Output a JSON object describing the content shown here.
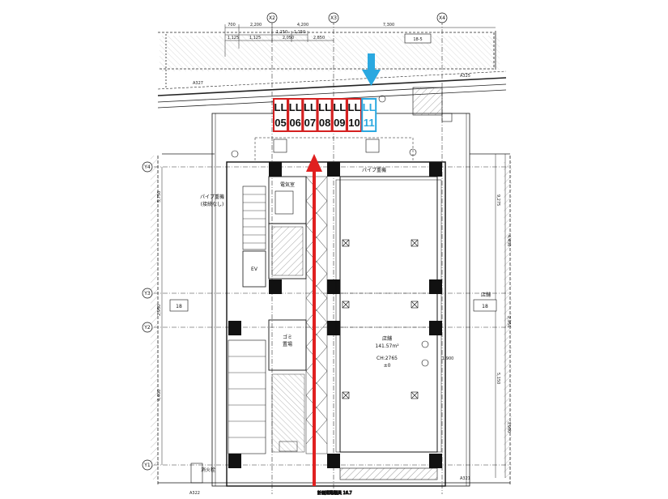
{
  "grid_labels": {
    "x2": "X2",
    "x3": "X3",
    "x4": "X4",
    "y4": "Y4",
    "y3": "Y3",
    "y2": "Y2",
    "y1": "Y1"
  },
  "dimensions": {
    "top_row_1": [
      "700",
      "2,200",
      "4,200",
      "7,300"
    ],
    "top_row_2": [
      "1,150",
      "1,150"
    ],
    "top_row_3": [
      "1,125",
      "1,125",
      "2,050",
      "2,850"
    ],
    "right_side": [
      "9,275",
      "4,450",
      "2,950",
      "5,150",
      "3,900"
    ],
    "left_side": [
      "5,750",
      "2,950",
      "4,400"
    ],
    "survey_points": [
      "A327",
      "A325",
      "A322",
      "A321"
    ],
    "bottom_label": "計画道路幅員 16.7"
  },
  "poles": [
    {
      "line1": "LL",
      "line2": "05",
      "color": "#d42020"
    },
    {
      "line1": "LL",
      "line2": "06",
      "color": "#d42020"
    },
    {
      "line1": "LL",
      "line2": "07",
      "color": "#d42020"
    },
    {
      "line1": "LL",
      "line2": "08",
      "color": "#d42020"
    },
    {
      "line1": "LL",
      "line2": "09",
      "color": "#d42020"
    },
    {
      "line1": "LL",
      "line2": "10",
      "color": "#d42020"
    },
    {
      "line1": "LL",
      "line2": "11",
      "color": "#2aa8e0"
    }
  ],
  "rooms": {
    "pipe_top": "パイプ重機",
    "pipe_left": "パイプ重機",
    "pipe_left_sub": "(接続なし)",
    "electric": "電気室",
    "garbage": "ゴミ",
    "garbage_sub": "置場",
    "ev": "EV",
    "shop": "店舗",
    "shop_area": "141.57m²",
    "shop_ch": "CH:2765",
    "shop_sub": "±0",
    "neighbor_18_left": "18",
    "neighbor_18_right": "18",
    "neighbor_18_top": "18-5",
    "shop_right": "店舗",
    "dim_1900": "1,900",
    "fire_tank": "消火栓"
  },
  "colors": {
    "red_arrow": "#e02020",
    "blue_arrow": "#2aa8e0",
    "line": "#111111"
  }
}
